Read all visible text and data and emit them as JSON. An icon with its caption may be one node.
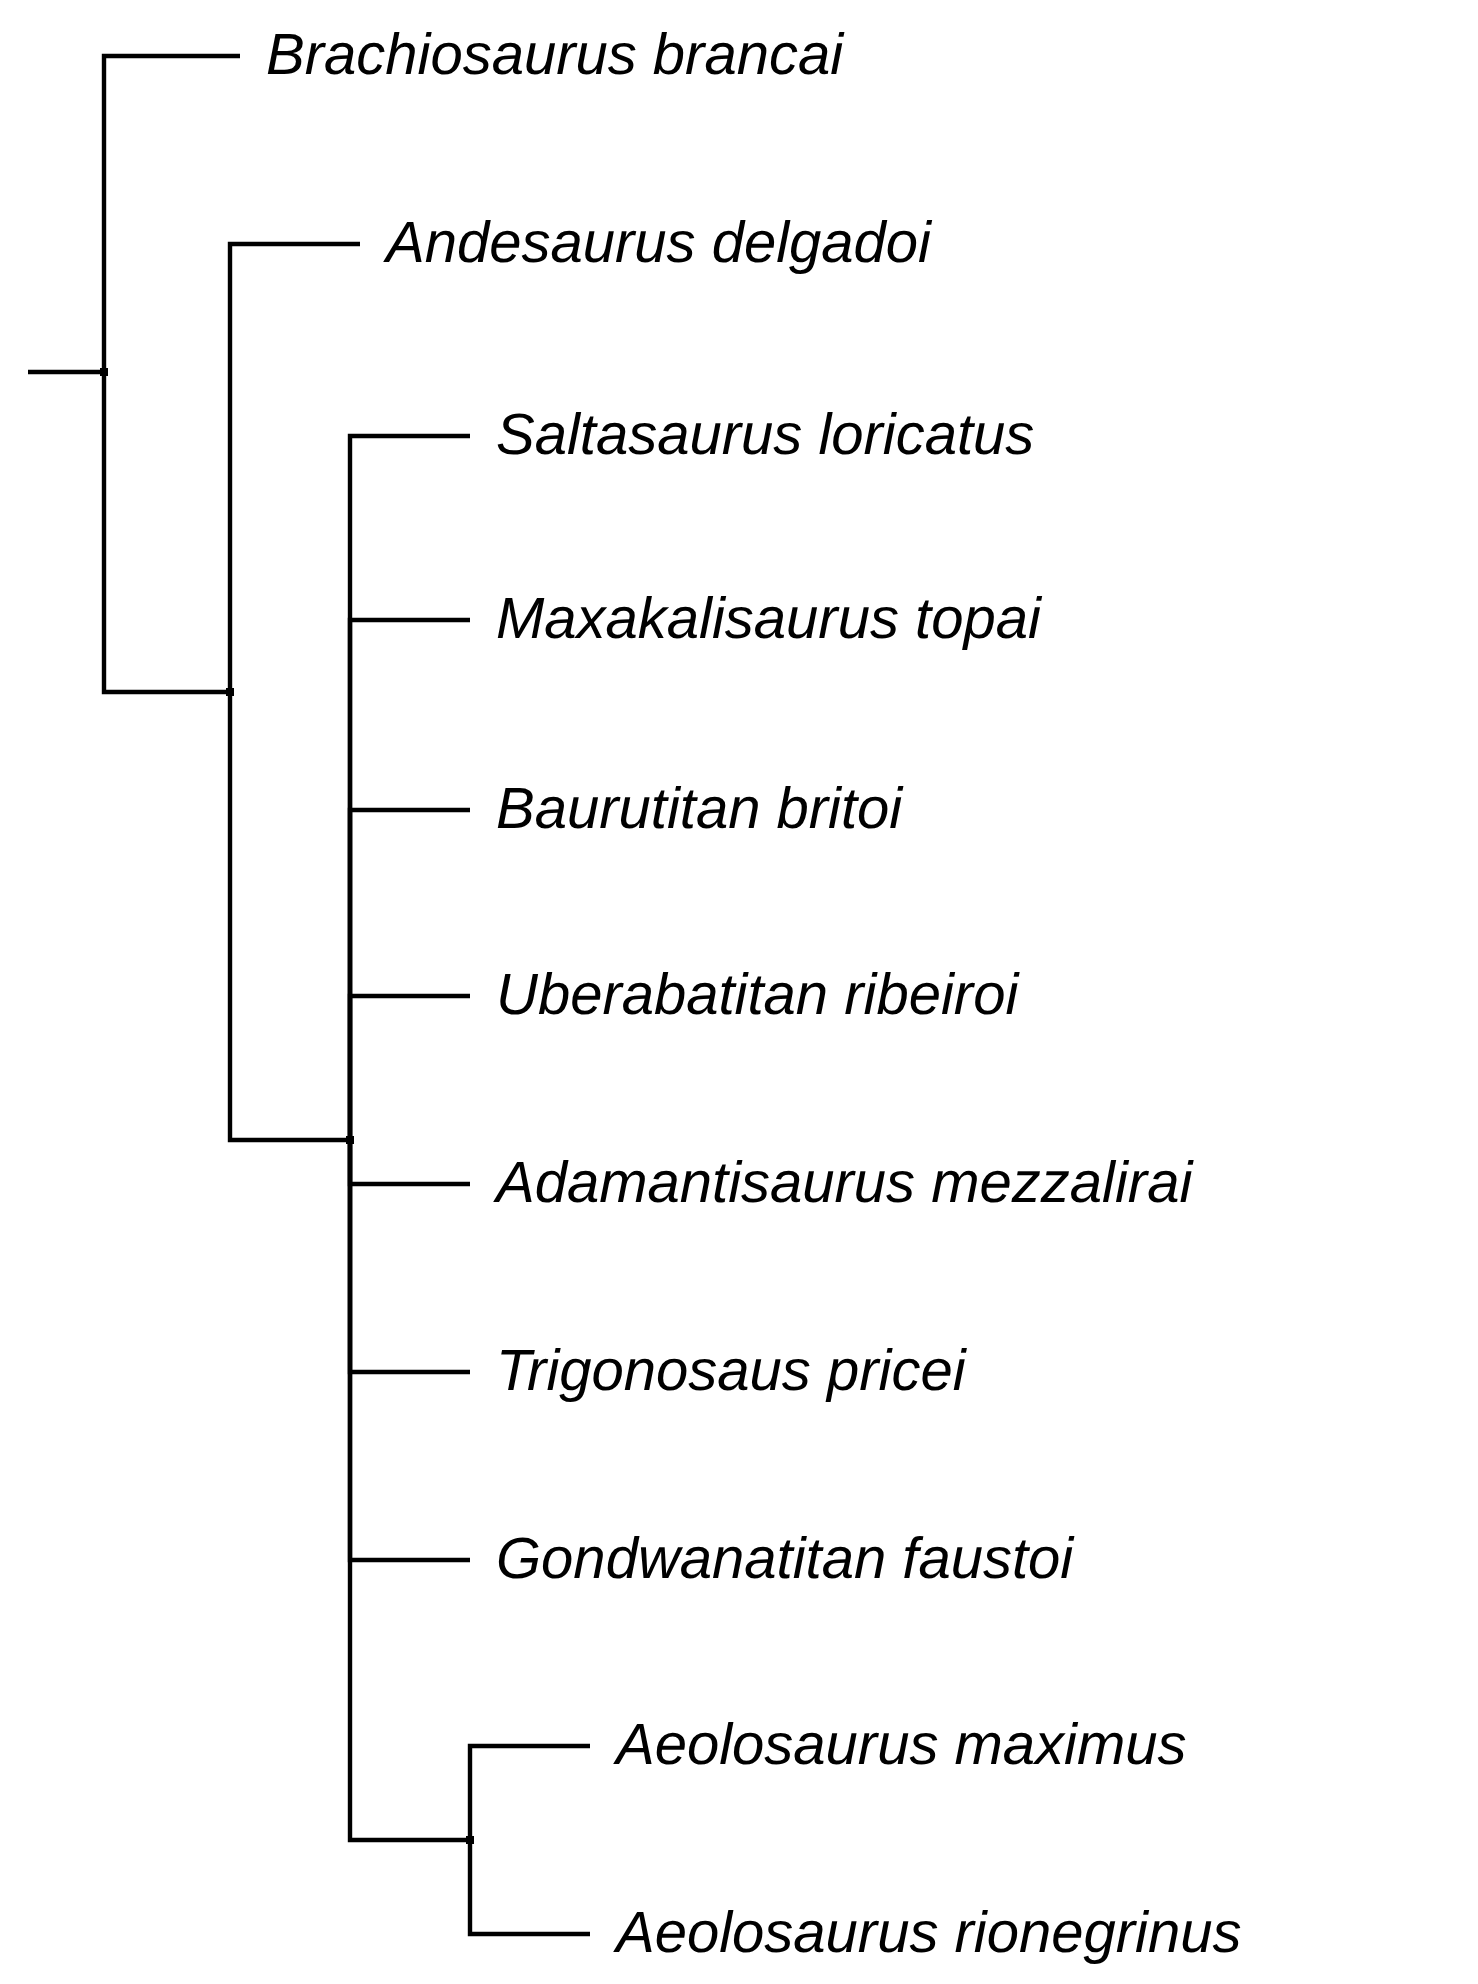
{
  "diagram": {
    "nodes": [
      {
        "text": [],
        "shape": "point"
      },
      {
        "text": [
          "Brachiosaurus brancai"
        ]
      },
      {
        "text": [],
        "shape": "point"
      },
      {
        "text": [
          "Andesaurus delgadoi"
        ]
      },
      {
        "text": [],
        "shape": "point"
      },
      {
        "text": [
          "Saltasaurus loricatus"
        ]
      },
      {
        "text": [
          "Maxakalisaurus topai"
        ]
      },
      {
        "text": [
          "Baurutitan britoi"
        ]
      },
      {
        "text": [
          "Uberabatitan ribeiroi"
        ]
      },
      {
        "text": [
          "Adamantisaurus mezzalirai"
        ]
      },
      {
        "text": [
          "Trigonosaus pricei"
        ]
      },
      {
        "text": [
          "Gondwanatitan faustoi"
        ]
      },
      {
        "text": [],
        "shape": "point"
      },
      {
        "text": [
          "Aeolosaurus maximus"
        ]
      },
      {
        "text": [
          "Aeolosaurus rionegrinus"
        ]
      }
    ],
    "edges": [
      {
        "from": null,
        "to": 0,
        "arrow": "none"
      },
      {
        "from": 0,
        "to": 1,
        "arrow": "none"
      },
      {
        "from": 0,
        "to": 2,
        "arrow": "none"
      },
      {
        "from": 2,
        "to": 3,
        "arrow": "none"
      },
      {
        "from": 2,
        "to": 4,
        "arrow": "none"
      },
      {
        "from": 4,
        "to": 5,
        "arrow": "none"
      },
      {
        "from": 4,
        "to": 6,
        "arrow": "none"
      },
      {
        "from": 4,
        "to": 7,
        "arrow": "none"
      },
      {
        "from": 4,
        "to": 8,
        "arrow": "none"
      },
      {
        "from": 4,
        "to": 9,
        "arrow": "none"
      },
      {
        "from": 4,
        "to": 10,
        "arrow": "none"
      },
      {
        "from": 4,
        "to": 11,
        "arrow": "none"
      },
      {
        "from": 4,
        "to": 12,
        "arrow": "none"
      },
      {
        "from": 12,
        "to": 13,
        "arrow": "none"
      },
      {
        "from": 12,
        "to": 14,
        "arrow": "none"
      }
    ]
  }
}
